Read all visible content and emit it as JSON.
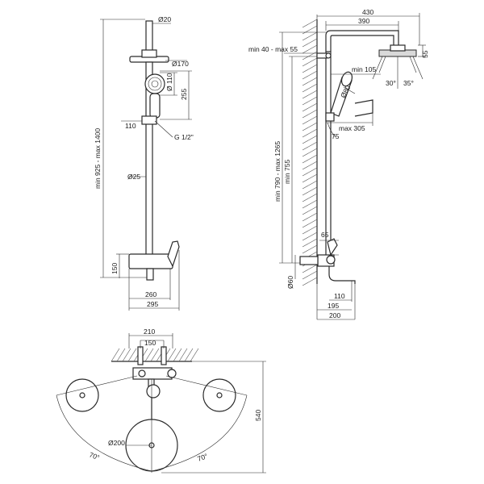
{
  "front_view": {
    "dim_top_pipe": "Ø20",
    "dim_head": "Ø170",
    "dim_hand_shower": "Ø 110",
    "dim_hand_len": "255",
    "dim_holder": "110",
    "dim_thread": "G 1/2\"",
    "dim_total_height": "min 925 - max 1400",
    "dim_rod": "Ø25",
    "dim_mixer_h": "150",
    "dim_width_inner": "260",
    "dim_width_outer": "295"
  },
  "side_view": {
    "dim_arm_outer": "430",
    "dim_arm_inner": "390",
    "dim_bracket": "min 40 - max 55",
    "dim_head_h": "55",
    "dim_hand_reach": "min 105",
    "dim_hand_dia": "Ø80",
    "dim_hose_reach": "max 305",
    "dim_height_total": "min 790 - max 1265",
    "dim_height_inner": "min 755",
    "dim_angle_hand": "75",
    "dim_angle_left": "30°",
    "dim_angle_right": "35°",
    "dim_spout_h": "65",
    "dim_spout_dia": "Ø60",
    "dim_spout_110": "110",
    "dim_spout_195": "195",
    "dim_spout_200": "200"
  },
  "top_view": {
    "dim_210": "210",
    "dim_150": "150",
    "dim_540": "540",
    "dim_head_dia": "Ø200",
    "dim_angle_left": "70°",
    "dim_angle_right": "70°"
  }
}
